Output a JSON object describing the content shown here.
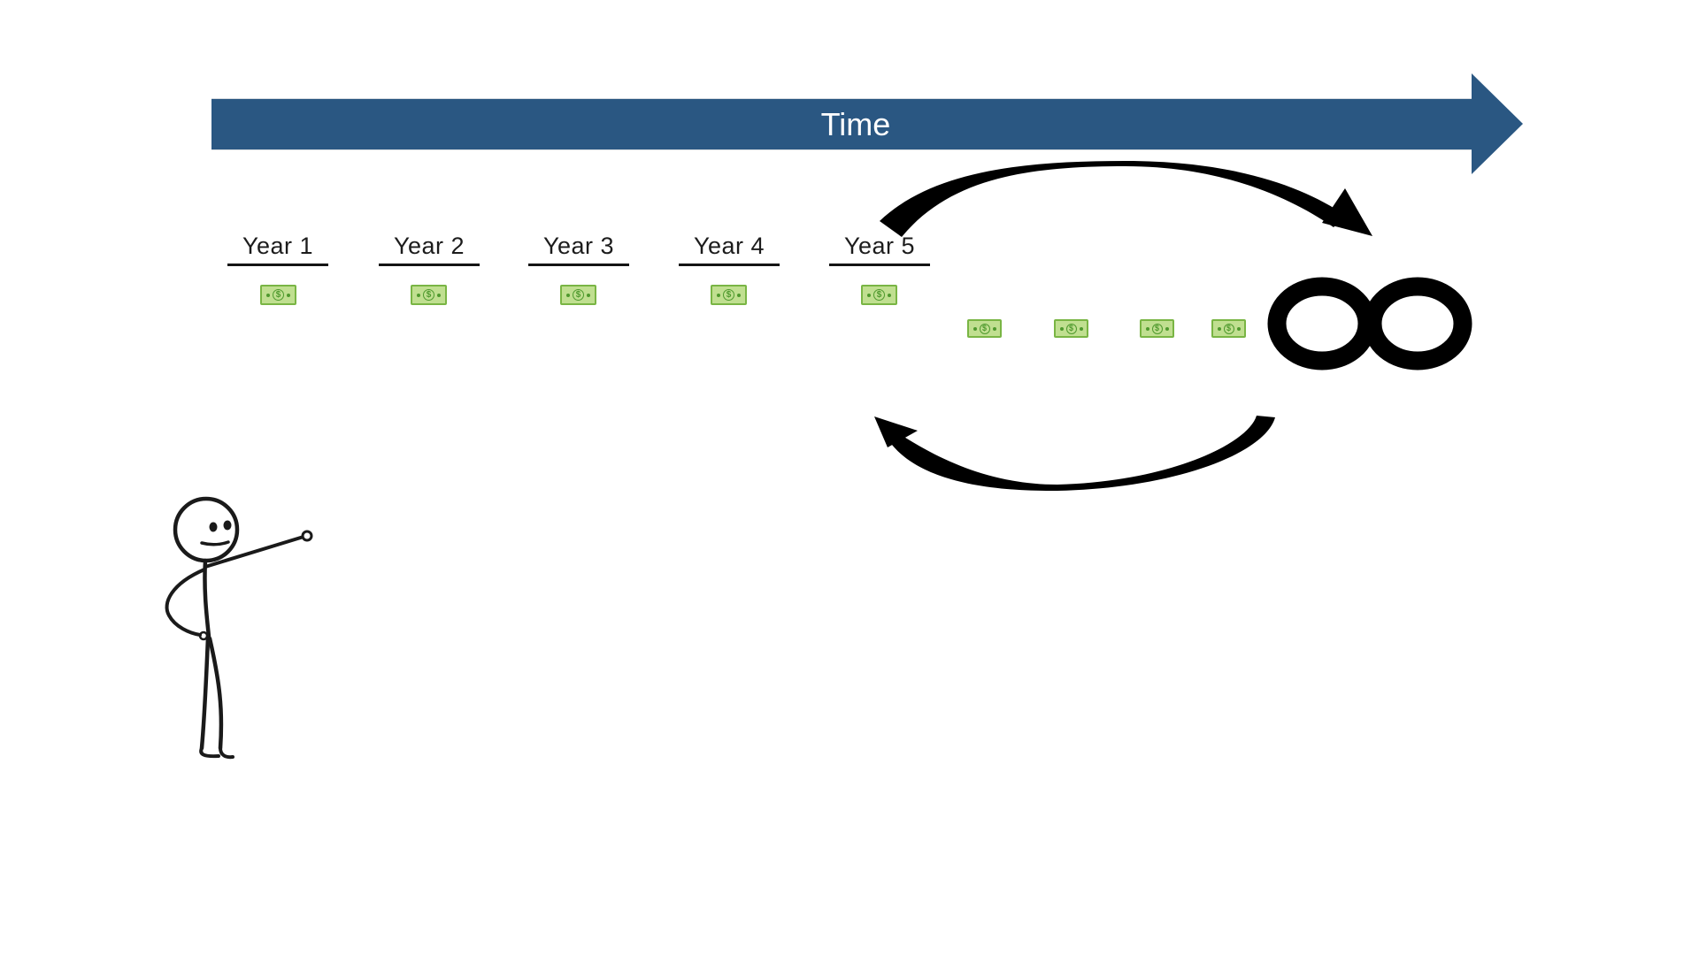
{
  "slide": {
    "background": "#ffffff"
  },
  "timeline": {
    "label": "Time",
    "bar_color": "#2a5782",
    "text_color": "#ffffff"
  },
  "years": [
    {
      "label": "Year 1"
    },
    {
      "label": "Year 2"
    },
    {
      "label": "Year 3"
    },
    {
      "label": "Year 4"
    },
    {
      "label": "Year 5"
    }
  ],
  "bill": {
    "symbol": "$",
    "fill": "#c0df90",
    "border": "#79b544",
    "glyph": "#4f9a2e"
  },
  "cashflows": {
    "yearly_bill_count": 5,
    "perpetuity_bill_count": 4
  },
  "infinity": {
    "symbol": "∞",
    "color": "#000000"
  },
  "cycle_arrows": {
    "color": "#000000"
  },
  "stick_figure": {
    "stroke": "#1a1a1a"
  }
}
